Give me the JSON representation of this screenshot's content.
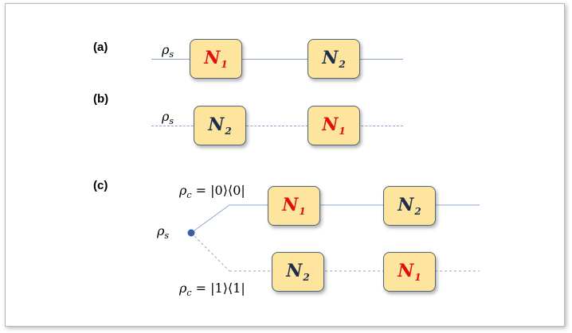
{
  "panels": {
    "a": {
      "label": "(a)",
      "input_symbol": "ρ",
      "input_sub": "s",
      "gates": [
        {
          "symbol": "N",
          "sub": "1",
          "color": "#e01010"
        },
        {
          "symbol": "N",
          "sub": "2",
          "color": "#1e2d4f"
        }
      ]
    },
    "b": {
      "label": "(b)",
      "input_symbol": "ρ",
      "input_sub": "s",
      "gates": [
        {
          "symbol": "N",
          "sub": "2",
          "color": "#1e2d4f"
        },
        {
          "symbol": "N",
          "sub": "1",
          "color": "#e01010"
        }
      ]
    },
    "c": {
      "label": "(c)",
      "input_symbol": "ρ",
      "input_sub": "s",
      "upper": {
        "control_symbol": "ρ",
        "control_sub": "c",
        "control_state": " = |0⟩⟨0|",
        "gates": [
          {
            "symbol": "N",
            "sub": "1",
            "color": "#e01010"
          },
          {
            "symbol": "N",
            "sub": "2",
            "color": "#1e2d4f"
          }
        ]
      },
      "lower": {
        "control_symbol": "ρ",
        "control_sub": "c",
        "control_state": " = |1⟩⟨1|",
        "gates": [
          {
            "symbol": "N",
            "sub": "2",
            "color": "#1e2d4f"
          },
          {
            "symbol": "N",
            "sub": "1",
            "color": "#e01010"
          }
        ]
      }
    }
  },
  "colors": {
    "gate_fill": "#fde59d",
    "gate_border": "#4f6478",
    "wire": "#8ea6cf",
    "node": "#3a5ea8"
  }
}
